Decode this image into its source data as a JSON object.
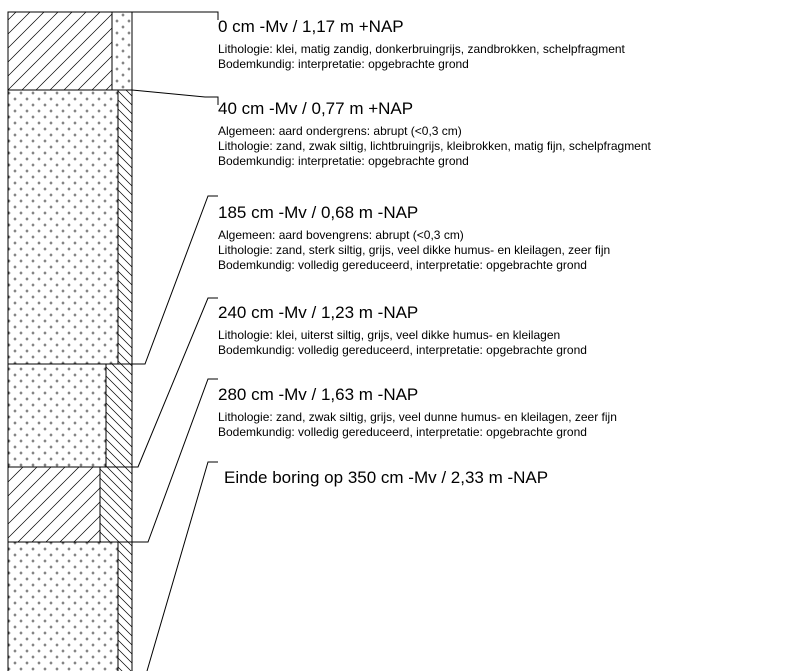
{
  "layers": [
    {
      "depth_label": "0 cm -Mv / 1,17 m +NAP",
      "details": [
        "Lithologie: klei, matig zandig, donkerbruingrijs, zandbrokken, schelpfragment",
        "Bodemkundig: interpretatie: opgebrachte grond"
      ],
      "fill": "hatch",
      "side": "dots"
    },
    {
      "depth_label": "40 cm -Mv / 0,77 m +NAP",
      "details": [
        "Algemeen: aard ondergrens: abrupt (<0,3 cm)",
        "Lithologie: zand, zwak siltig, lichtbruingrijs, kleibrokken, matig fijn, schelpfragment",
        "Bodemkundig: interpretatie: opgebrachte grond"
      ],
      "fill": "dots",
      "side": "hatch"
    },
    {
      "depth_label": "185 cm -Mv / 0,68 m -NAP",
      "details": [
        "Algemeen: aard bovengrens: abrupt (<0,3 cm)",
        "Lithologie: zand, sterk siltig, grijs, veel dikke humus- en kleilagen, zeer fijn",
        "Bodemkundig: volledig gereduceerd, interpretatie: opgebrachte grond"
      ],
      "fill": "dots",
      "side": "hatch"
    },
    {
      "depth_label": "240 cm -Mv / 1,23 m -NAP",
      "details": [
        "Lithologie: klei, uiterst siltig, grijs, veel dikke humus- en kleilagen",
        "Bodemkundig: volledig gereduceerd, interpretatie: opgebrachte grond"
      ],
      "fill": "hatch",
      "side": "hatch"
    },
    {
      "depth_label": "280 cm -Mv / 1,63 m -NAP",
      "details": [
        "Lithologie: zand, zwak siltig, grijs, veel dunne humus- en kleilagen, zeer fijn",
        "Bodemkundig: volledig gereduceerd, interpretatie: opgebrachte grond"
      ],
      "fill": "dots",
      "side": "hatch"
    }
  ],
  "end_label": "Einde boring op 350 cm -Mv / 2,33 m -NAP",
  "colors": {
    "line": "#000000",
    "background": "#ffffff"
  }
}
